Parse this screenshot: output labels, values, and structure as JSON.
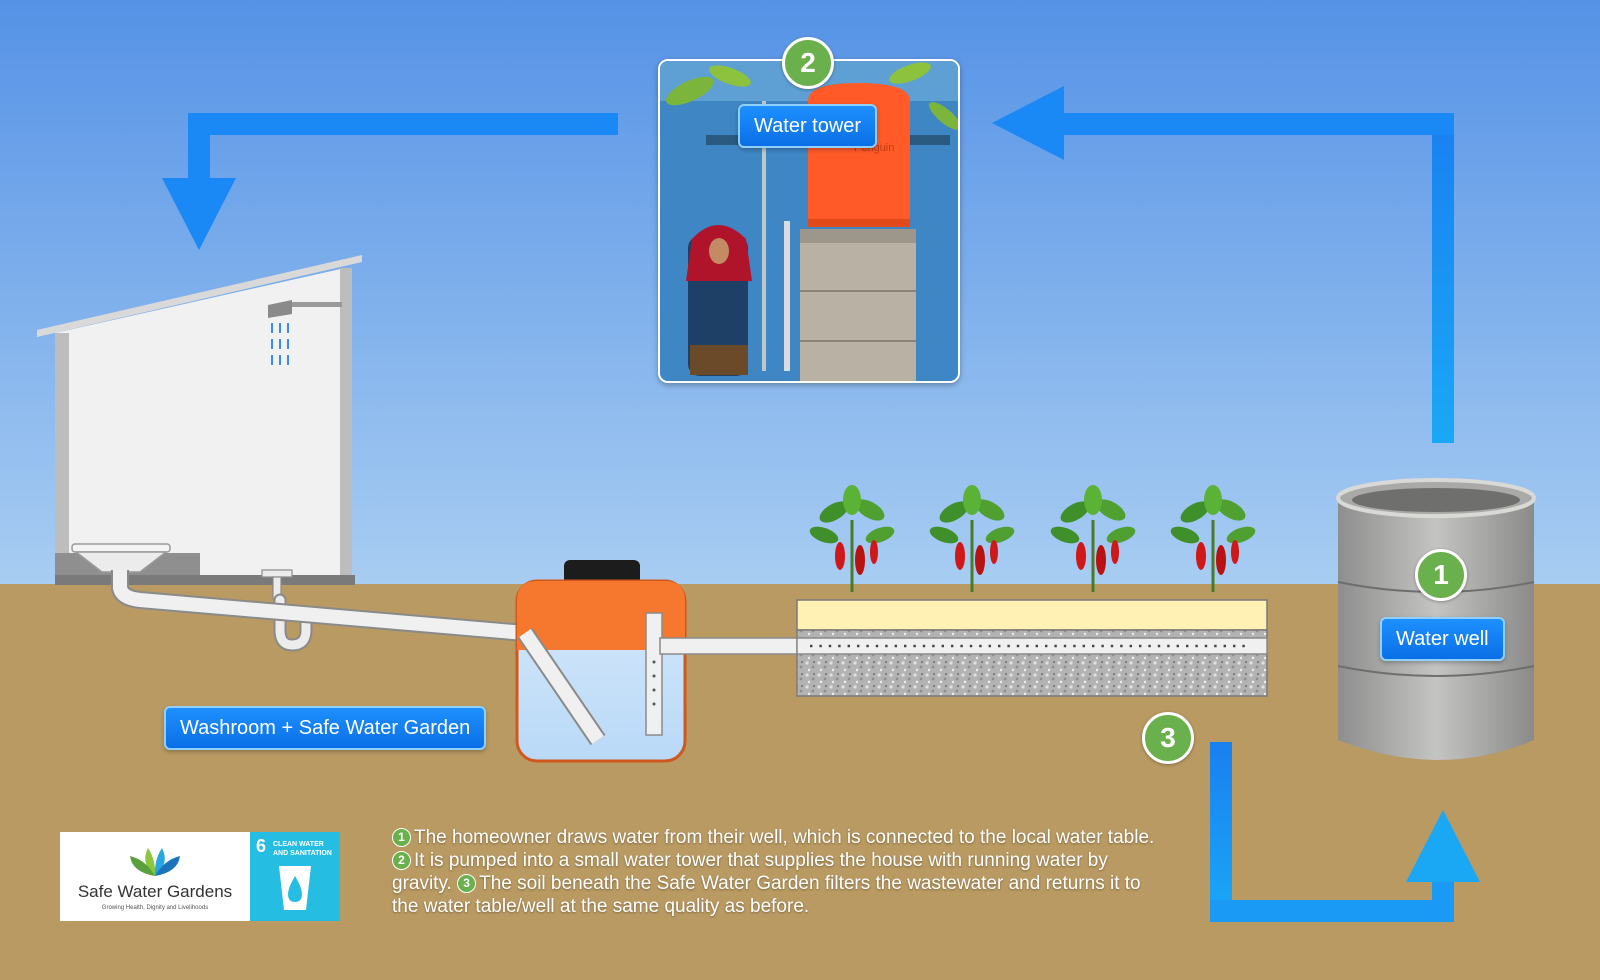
{
  "labels": {
    "water_tower": "Water tower",
    "water_well": "Water well",
    "washroom": "Washroom + Safe Water Garden"
  },
  "badges": {
    "one": "1",
    "two": "2",
    "three": "3"
  },
  "caption": {
    "s1": "The homeowner draws water from their well, which is connected to the local water table.",
    "s2": "It is pumped into a small water tower that supplies the house with running water by gravity.",
    "s3": "The soil beneath the Safe Water Garden filters the wastewater and returns it to the water table/well at the same quality as before."
  },
  "logo": {
    "name": "Safe Water Gardens",
    "tagline": "Growing Health, Dignity and Livelihoods"
  },
  "sdg": {
    "number": "6",
    "title": "CLEAN WATER AND SANITATION"
  },
  "photo": {
    "tank_brand": "Penguin"
  },
  "colors": {
    "sky_top": "#5592e6",
    "sky_bottom": "#a8cdf2",
    "ground": "#b99a62",
    "arrow_blue": "#1a88f5",
    "tank_orange": "#f5782e",
    "badge_green": "#6ab04c",
    "sdg_cyan": "#26bde2"
  },
  "icons": [
    "arrow-down-icon",
    "arrow-left-icon",
    "arrow-up-icon",
    "shower-icon",
    "chili-plant-icon",
    "water-drop-icon",
    "lotus-logo-icon"
  ]
}
